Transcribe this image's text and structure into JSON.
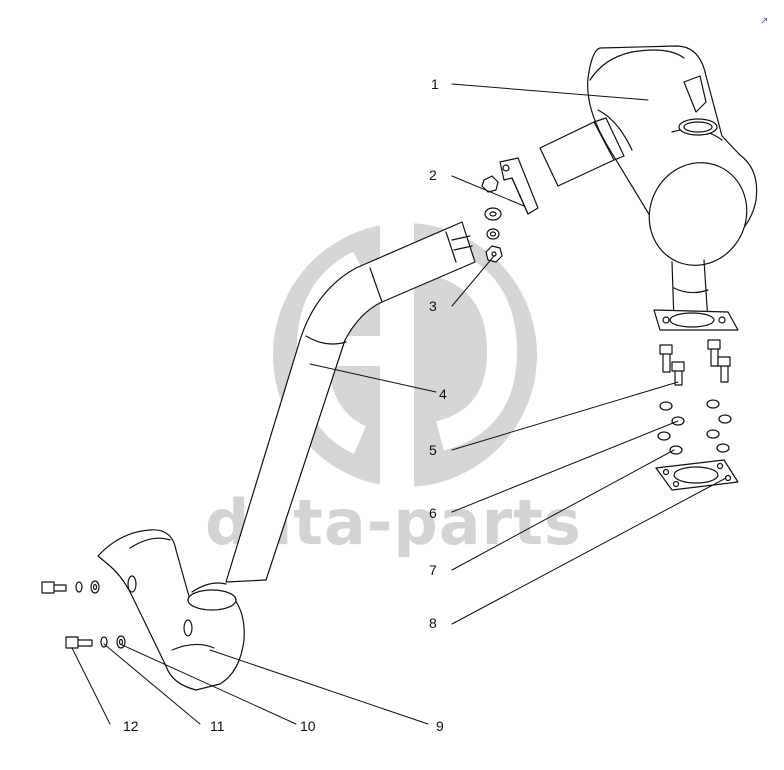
{
  "watermark": {
    "text": "data-parts"
  },
  "callouts": {
    "c1": "1",
    "c2": "2",
    "c3": "3",
    "c4": "4",
    "c5": "5",
    "c6": "6",
    "c7": "7",
    "c8": "8",
    "c9": "9",
    "c10": "10",
    "c11": "11",
    "c12": "12"
  },
  "corner_mark": "↗",
  "colors": {
    "line": "#111111",
    "watermark": "#d4d4d4"
  }
}
